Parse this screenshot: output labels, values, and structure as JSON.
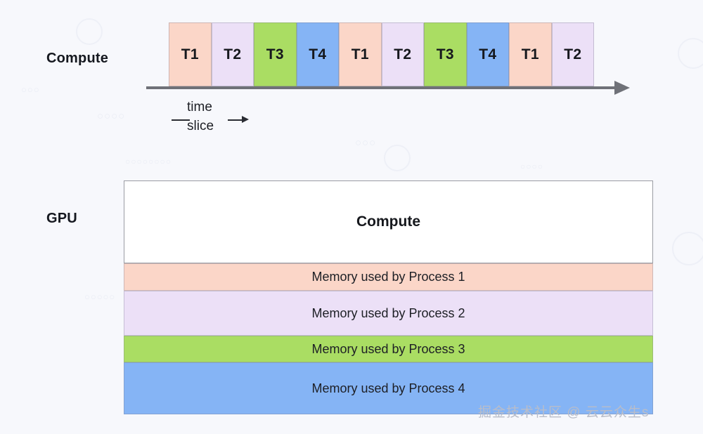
{
  "diagram": {
    "background_color": "#f7f8fc",
    "rows": {
      "compute_label": "Compute",
      "gpu_label": "GPU"
    },
    "timeline": {
      "slots": [
        {
          "label": "T1",
          "color": "#fbd6c8"
        },
        {
          "label": "T2",
          "color": "#ece0f7"
        },
        {
          "label": "T3",
          "color": "#aadd63"
        },
        {
          "label": "T4",
          "color": "#85b4f5"
        },
        {
          "label": "T1",
          "color": "#fbd6c8"
        },
        {
          "label": "T2",
          "color": "#ece0f7"
        },
        {
          "label": "T3",
          "color": "#aadd63"
        },
        {
          "label": "T4",
          "color": "#85b4f5"
        },
        {
          "label": "T1",
          "color": "#fbd6c8"
        },
        {
          "label": "T2",
          "color": "#ece0f7"
        }
      ],
      "axis_color": "#6f7178",
      "annotation": {
        "line1": "time",
        "line2": "slice"
      }
    },
    "gpu": {
      "compute_label": "Compute",
      "compute_background": "#ffffff",
      "memory_rows": [
        {
          "label": "Memory used by Process 1",
          "color": "#fbd6c8",
          "height": 39
        },
        {
          "label": "Memory used by Process 2",
          "color": "#ece0f7",
          "height": 64
        },
        {
          "label": "Memory used by Process 3",
          "color": "#aadd63",
          "height": 38
        },
        {
          "label": "Memory used by Process 4",
          "color": "#85b4f5",
          "height": 74
        }
      ]
    },
    "background_marks": [
      "○○○○",
      "○○○○○○○○",
      "○○○",
      "○○○○",
      "○○○○○",
      "○○○"
    ]
  },
  "watermark": {
    "text": "掘金技术社区 @ 云云众生s",
    "color": "#b9bdc9"
  }
}
